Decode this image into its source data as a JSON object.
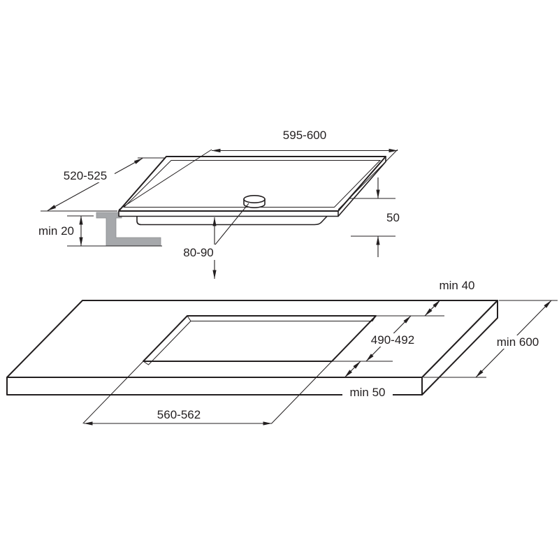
{
  "colors": {
    "line": "#231f20",
    "bracket_fill": "#a6a8ab",
    "background": "#ffffff"
  },
  "diagram": {
    "hob": {
      "width": "595-600",
      "depth": "520-525",
      "height": "50",
      "body_depth": "80-90",
      "bracket_gap": "min 20"
    },
    "worktop": {
      "back_clearance": "min 40",
      "cutout_depth": "490-492",
      "depth": "min 600",
      "front_clearance": "min 50",
      "cutout_width": "560-562"
    }
  }
}
